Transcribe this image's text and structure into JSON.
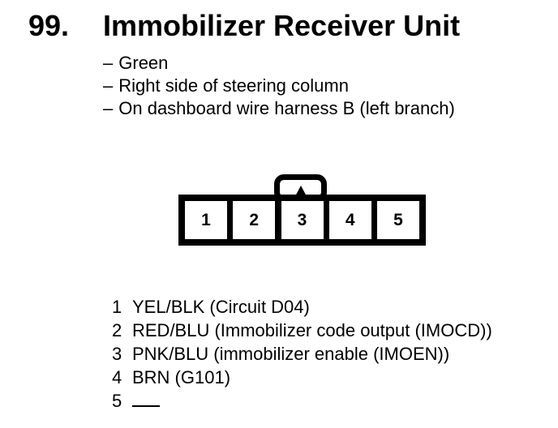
{
  "page": {
    "background_color": "#ffffff",
    "text_color": "#000000"
  },
  "title": {
    "number": "99.",
    "text": "Immobilizer Receiver Unit"
  },
  "bullet_char": "–",
  "details": [
    "Green",
    "Right side of steering column",
    "On dashboard wire harness B (left branch)"
  ],
  "connector": {
    "description": "5-cavity connector, front view, latch tab on top above cavity 3",
    "cavities": [
      "1",
      "2",
      "3",
      "4",
      "5"
    ]
  },
  "pins": [
    {
      "pin": "1",
      "desc": "YEL/BLK (Circuit D04)"
    },
    {
      "pin": "2",
      "desc": "RED/BLU (Immobilizer code output (IMOCD))"
    },
    {
      "pin": "3",
      "desc": "PNK/BLU (immobilizer enable (IMOEN))"
    },
    {
      "pin": "4",
      "desc": "BRN (G101)"
    },
    {
      "pin": "5",
      "desc": ""
    }
  ]
}
